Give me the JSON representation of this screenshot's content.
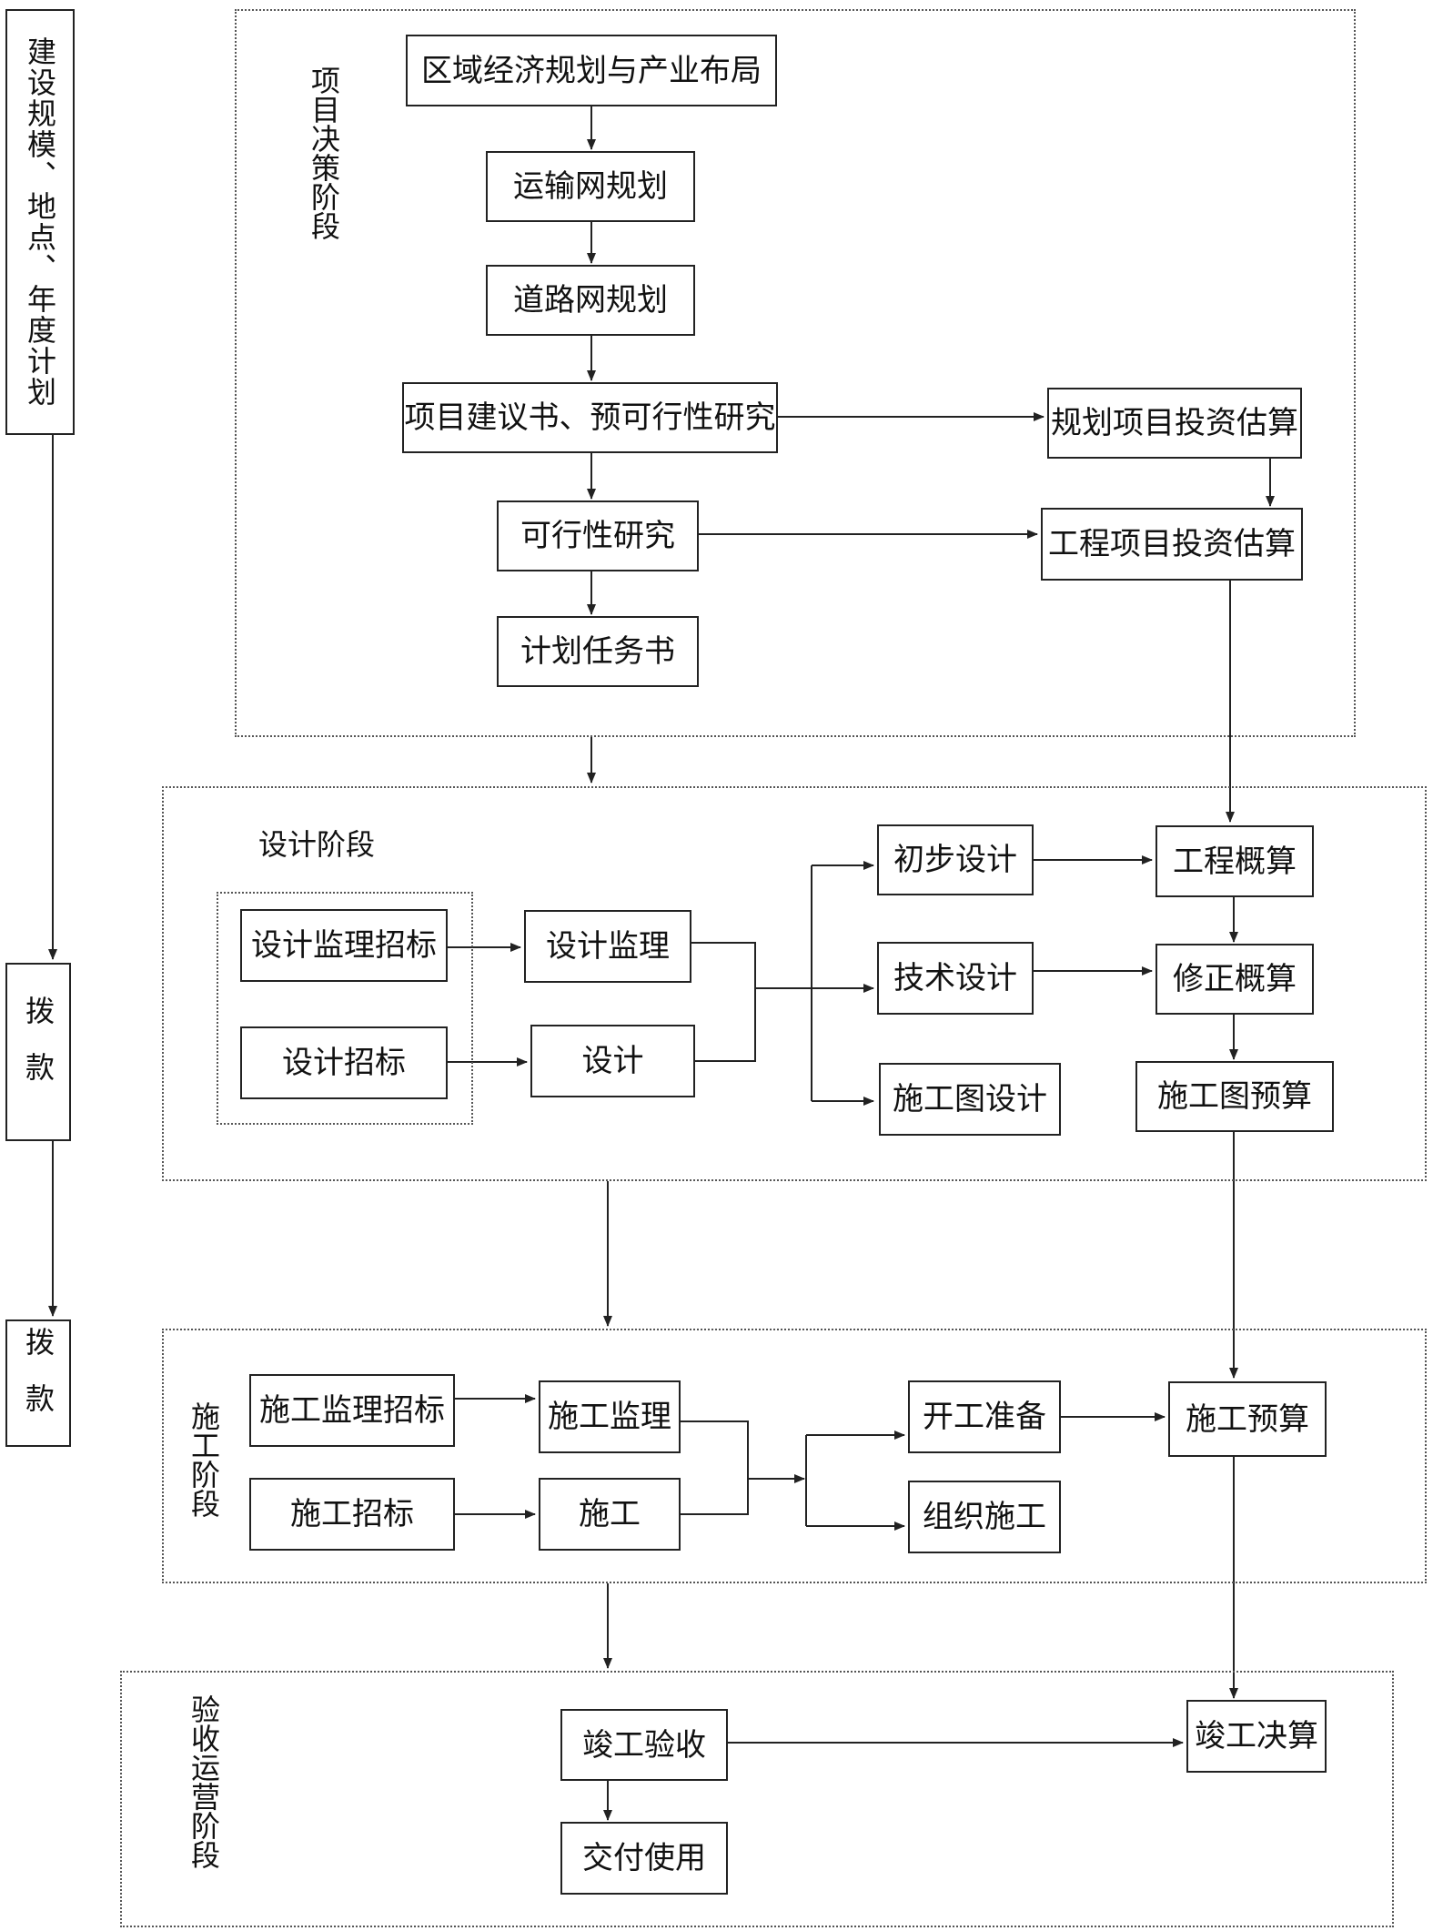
{
  "left_column": {
    "plan": "建设规模、地点、年度计划",
    "payment_1": "拨款",
    "payment_2": "拨款"
  },
  "decision_stage": {
    "label": "项目决策阶段",
    "regional_planning": "区域经济规划与产业布局",
    "transport_network": "运输网规划",
    "road_network": "道路网规划",
    "proposal": "项目建议书、预可行性研究",
    "feasibility": "可行性研究",
    "task_book": "计划任务书",
    "planning_estimate": "规划项目投资估算",
    "project_estimate": "工程项目投资估算"
  },
  "design_stage": {
    "label": "设计阶段",
    "supervision_bid": "设计监理招标",
    "supervision": "设计监理",
    "design_bid": "设计招标",
    "design": "设计",
    "preliminary": "初步设计",
    "technical": "技术设计",
    "drawings": "施工图设计",
    "rough_estimate": "工程概算",
    "revised_estimate": "修正概算",
    "drawing_budget": "施工图预算"
  },
  "construction_stage": {
    "label": "施工阶段",
    "supervision_bid": "施工监理招标",
    "supervision": "施工监理",
    "construction_bid": "施工招标",
    "construction": "施工",
    "start_prep": "开工准备",
    "organize": "组织施工",
    "budget": "施工预算"
  },
  "acceptance_stage": {
    "label": "验收运营阶段",
    "completion_acceptance": "竣工验收",
    "handover": "交付使用",
    "final_accounts": "竣工决算"
  }
}
